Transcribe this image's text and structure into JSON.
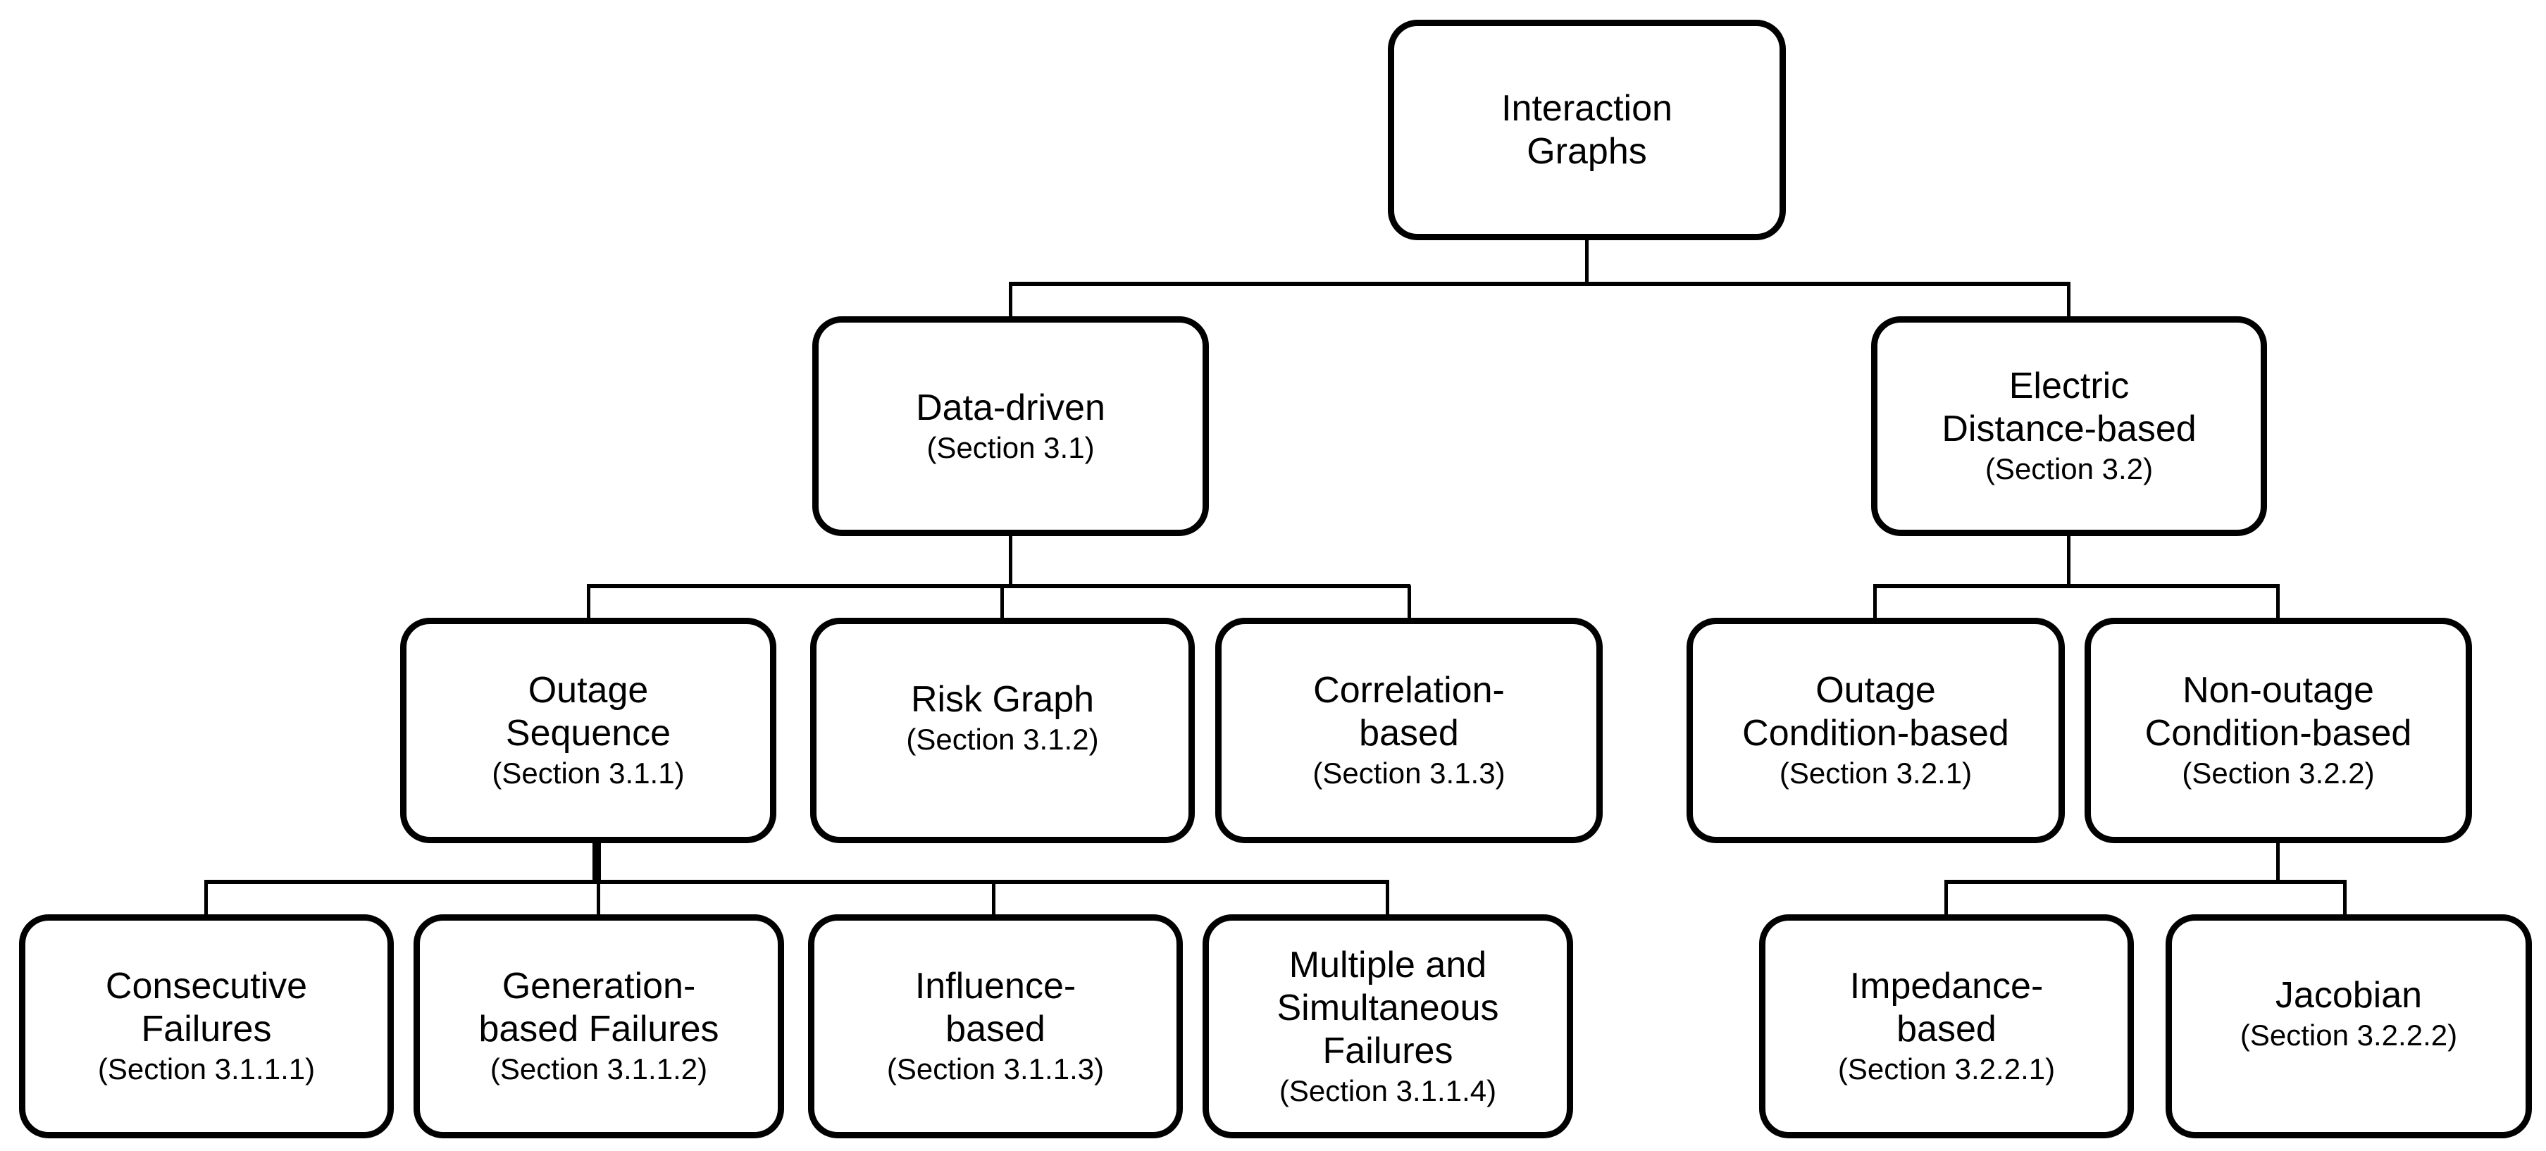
{
  "figure": {
    "background_color": "#ffffff",
    "line_color": "#000000",
    "description": "Taxonomy tree of interaction graph methods"
  },
  "nodes": {
    "root": {
      "title": "Interaction\nGraphs",
      "section": ""
    },
    "data_driven": {
      "title": "Data-driven",
      "section": "(Section 3.1)"
    },
    "electric": {
      "title": "Electric\nDistance-based",
      "section": "(Section 3.2)"
    },
    "outage_sequence": {
      "title": "Outage\nSequence",
      "section": "(Section 3.1.1)"
    },
    "risk_graph": {
      "title": "Risk Graph",
      "section": "(Section 3.1.2)"
    },
    "correlation": {
      "title": "Correlation-\nbased",
      "section": "(Section 3.1.3)"
    },
    "outage_condition": {
      "title": "Outage\nCondition-based",
      "section": "(Section 3.2.1)"
    },
    "non_outage_condition": {
      "title": "Non-outage\nCondition-based",
      "section": "(Section 3.2.2)"
    },
    "consecutive": {
      "title": "Consecutive\nFailures",
      "section": "(Section 3.1.1.1)"
    },
    "generation": {
      "title": "Generation-\nbased Failures",
      "section": "(Section 3.1.1.2)"
    },
    "influence": {
      "title": "Influence-\nbased",
      "section": "(Section 3.1.1.3)"
    },
    "multiple": {
      "title": "Multiple and\nSimultaneous\nFailures",
      "section": "(Section 3.1.1.4)"
    },
    "impedance": {
      "title": "Impedance-\nbased",
      "section": "(Section 3.2.2.1)"
    },
    "jacobian": {
      "title": "Jacobian",
      "section": "(Section 3.2.2.2)"
    }
  }
}
